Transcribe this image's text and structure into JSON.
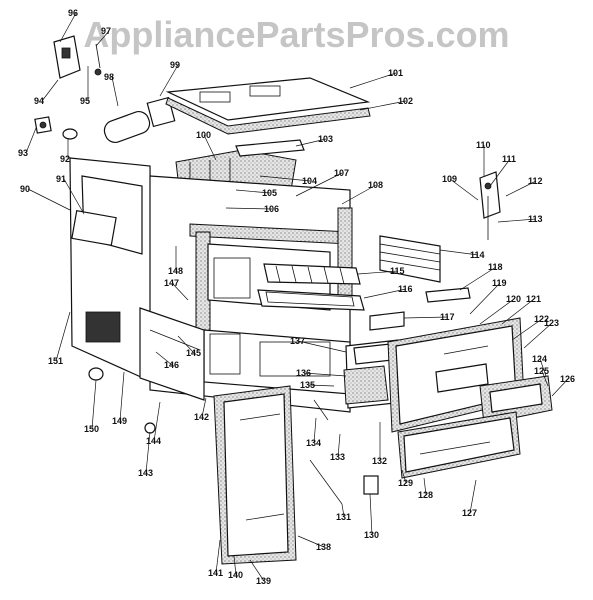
{
  "watermark": "AppliancePartsPros.com",
  "labels": [
    "96",
    "97",
    "98",
    "99",
    "101",
    "102",
    "94",
    "95",
    "93",
    "92",
    "100",
    "103",
    "104",
    "105",
    "106",
    "107",
    "108",
    "90",
    "91",
    "110",
    "111",
    "109",
    "112",
    "113",
    "148",
    "114",
    "115",
    "118",
    "147",
    "116",
    "119",
    "120",
    "121",
    "117",
    "122",
    "123",
    "151",
    "137",
    "145",
    "146",
    "136",
    "135",
    "124",
    "125",
    "126",
    "150",
    "149",
    "144",
    "142",
    "134",
    "133",
    "132",
    "143",
    "129",
    "128",
    "127",
    "131",
    "130",
    "138",
    "141",
    "140",
    "139"
  ]
}
